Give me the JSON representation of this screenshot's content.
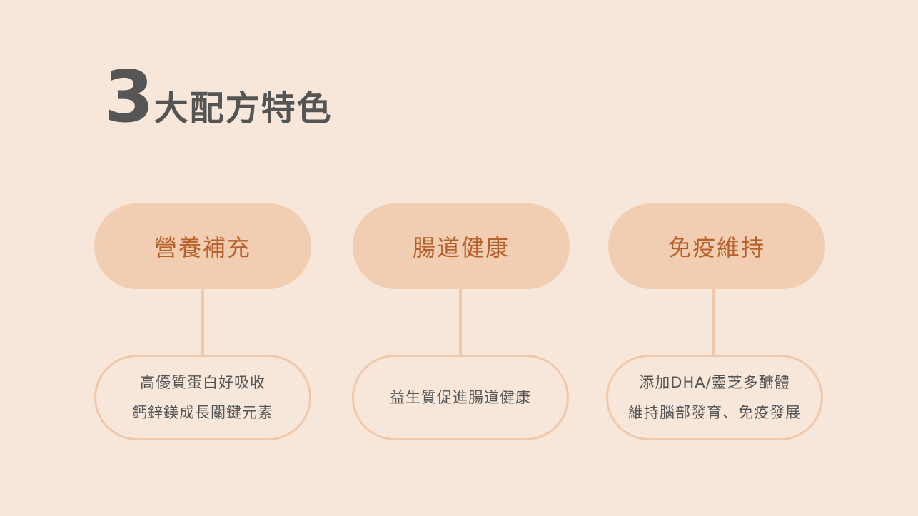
{
  "title": {
    "number": "3",
    "text": "大配方特色"
  },
  "colors": {
    "background": "#f7e6da",
    "pill_fill": "#f1cdb2",
    "pill_text": "#b8612a",
    "outline": "#f0c9ac",
    "body_text": "#555555"
  },
  "features": [
    {
      "heading": "營養補充",
      "lines": [
        "高優質蛋白好吸收",
        "鈣鋅鎂成長關鍵元素"
      ]
    },
    {
      "heading": "腸道健康",
      "lines": [
        "益生質促進腸道健康"
      ]
    },
    {
      "heading": "免疫維持",
      "lines": [
        "添加DHA/靈芝多醣體",
        "維持腦部發育、免疫發展"
      ]
    }
  ]
}
